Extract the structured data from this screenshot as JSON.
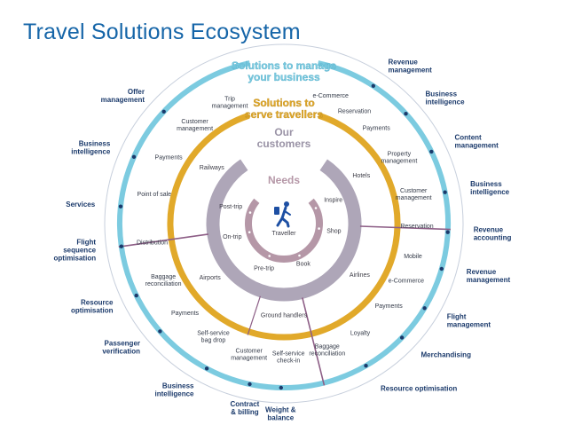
{
  "title": "Travel Solutions Ecosystem",
  "colors": {
    "title": "#1565a8",
    "outer_ring": "#7ccbe0",
    "middle_ring": "#e1a92a",
    "inner_ring": "#aea6b8",
    "needs_ring": "#b597a7",
    "label_dark": "#1b3a6b",
    "traveller_icon": "#1d4fa3",
    "divider": "#8d5e86"
  },
  "headings": {
    "outer": [
      "Solutions to manage",
      "your business"
    ],
    "middle": [
      "Solutions to",
      "serve travellers"
    ],
    "inner": [
      "Our",
      "customers"
    ],
    "core": "Needs"
  },
  "outer_labels": [
    {
      "lines": [
        "Offer",
        "management"
      ]
    },
    {
      "lines": [
        "Business",
        "intelligence"
      ]
    },
    {
      "lines": [
        "Services"
      ]
    },
    {
      "lines": [
        "Flight",
        "sequence",
        "optimisation"
      ]
    },
    {
      "lines": [
        "Resource",
        "optimisation"
      ]
    },
    {
      "lines": [
        "Passenger",
        "verification"
      ]
    },
    {
      "lines": [
        "Business",
        "intelligence"
      ]
    },
    {
      "lines": [
        "Contract",
        "& billing"
      ]
    },
    {
      "lines": [
        "Weight &",
        "balance"
      ]
    },
    {
      "lines": [
        "Resource optimisation"
      ]
    },
    {
      "lines": [
        "Merchandising"
      ]
    },
    {
      "lines": [
        "Flight",
        "management"
      ]
    },
    {
      "lines": [
        "Revenue",
        "management"
      ]
    },
    {
      "lines": [
        "Revenue",
        "accounting"
      ]
    },
    {
      "lines": [
        "Business",
        "intelligence"
      ]
    },
    {
      "lines": [
        "Content",
        "management"
      ]
    },
    {
      "lines": [
        "Business",
        "intelligence"
      ]
    },
    {
      "lines": [
        "Revenue",
        "management"
      ]
    }
  ],
  "middle_labels": [
    {
      "lines": [
        "Trip",
        "management"
      ]
    },
    {
      "lines": [
        "Customer",
        "management"
      ]
    },
    {
      "lines": [
        "Payments"
      ]
    },
    {
      "lines": [
        "Point of sale"
      ]
    },
    {
      "lines": [
        "Distribution"
      ]
    },
    {
      "lines": [
        "Baggage",
        "reconciliation"
      ]
    },
    {
      "lines": [
        "Payments"
      ]
    },
    {
      "lines": [
        "Self-service",
        "bag drop"
      ]
    },
    {
      "lines": [
        "Customer",
        "management"
      ]
    },
    {
      "lines": [
        "Self-service",
        "check-in"
      ]
    },
    {
      "lines": [
        "Baggage",
        "reconciliation"
      ]
    },
    {
      "lines": [
        "Loyalty"
      ]
    },
    {
      "lines": [
        "Payments"
      ]
    },
    {
      "lines": [
        "e-Commerce"
      ]
    },
    {
      "lines": [
        "Mobile"
      ]
    },
    {
      "lines": [
        "Reservation"
      ]
    },
    {
      "lines": [
        "Customer",
        "management"
      ]
    },
    {
      "lines": [
        "Property",
        "management"
      ]
    },
    {
      "lines": [
        "Payments"
      ]
    },
    {
      "lines": [
        "Reservation"
      ]
    },
    {
      "lines": [
        "e-Commerce"
      ]
    }
  ],
  "customer_labels": [
    "Railways",
    "Airports",
    "Ground handlers",
    "Airlines",
    "Hotels"
  ],
  "needs_labels": [
    "Post-trip",
    "On-trip",
    "Pre-trip",
    "Book",
    "Shop",
    "Inspire"
  ],
  "center_label": "Traveller"
}
